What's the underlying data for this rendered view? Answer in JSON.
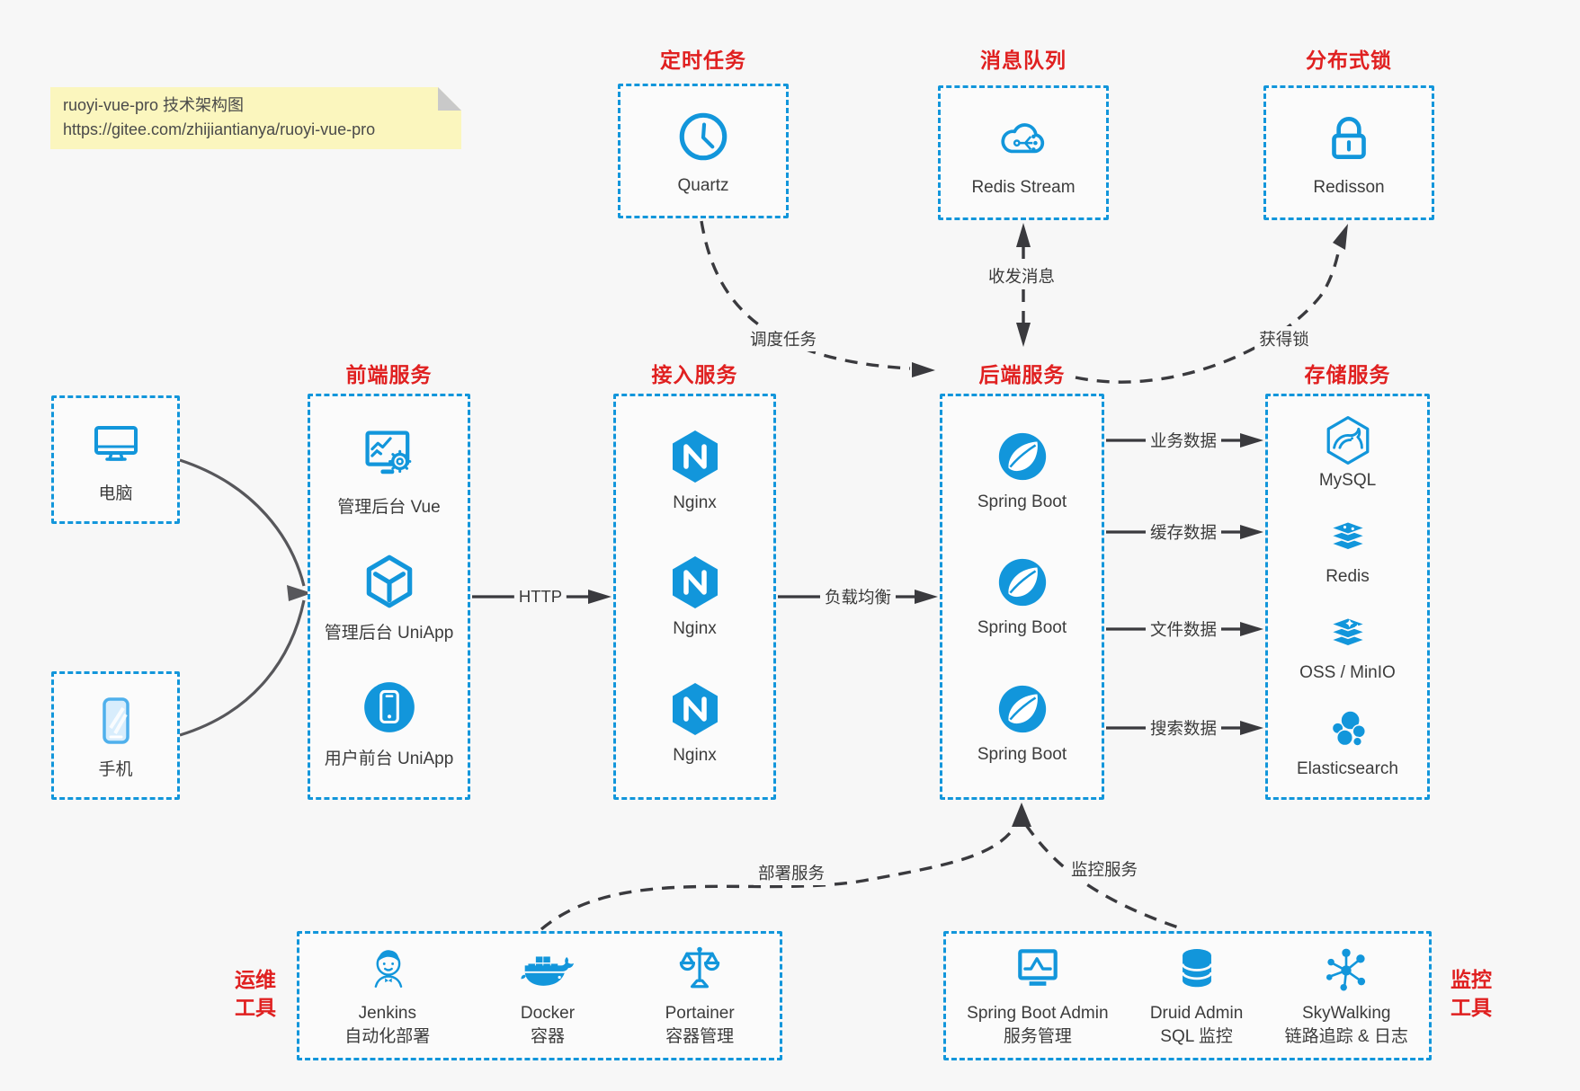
{
  "colors": {
    "accent": "#1296db",
    "red": "#e02020",
    "bg": "#f7f7f7",
    "note_bg": "#fbf6be",
    "arrow_dark": "#3a3a3e",
    "arrow_gray": "#57575b"
  },
  "note": {
    "title": "ruoyi-vue-pro 技术架构图",
    "link": "https://gitee.com/zhijiantianya/ruoyi-vue-pro"
  },
  "top_groups": [
    {
      "label": "定时任务",
      "item": {
        "icon": "clock-icon",
        "name": "Quartz"
      }
    },
    {
      "label": "消息队列",
      "item": {
        "icon": "cloud-stream-icon",
        "name": "Redis Stream"
      }
    },
    {
      "label": "分布式锁",
      "item": {
        "icon": "lock-icon",
        "name": "Redisson"
      }
    }
  ],
  "clients": [
    {
      "icon": "computer-icon",
      "label": "电脑"
    },
    {
      "icon": "phone-icon",
      "label": "手机"
    }
  ],
  "columns": [
    {
      "label": "前端服务",
      "items": [
        {
          "icon": "admin-vue-icon",
          "label": "管理后台 Vue"
        },
        {
          "icon": "uniapp-cube-icon",
          "label": "管理后台 UniApp"
        },
        {
          "icon": "user-app-icon",
          "label": "用户前台 UniApp"
        }
      ]
    },
    {
      "label": "接入服务",
      "items": [
        {
          "icon": "nginx-icon",
          "label": "Nginx"
        },
        {
          "icon": "nginx-icon",
          "label": "Nginx"
        },
        {
          "icon": "nginx-icon",
          "label": "Nginx"
        }
      ]
    },
    {
      "label": "后端服务",
      "items": [
        {
          "icon": "spring-icon",
          "label": "Spring Boot"
        },
        {
          "icon": "spring-icon",
          "label": "Spring Boot"
        },
        {
          "icon": "spring-icon",
          "label": "Spring Boot"
        }
      ]
    },
    {
      "label": "存储服务",
      "items": [
        {
          "icon": "mysql-icon",
          "label": "MySQL"
        },
        {
          "icon": "redis-stack-icon",
          "label": "Redis"
        },
        {
          "icon": "storage-stack-icon",
          "label": "OSS / MinIO"
        },
        {
          "icon": "elasticsearch-icon",
          "label": "Elasticsearch"
        }
      ]
    }
  ],
  "edges": {
    "http": "HTTP",
    "load_balance": "负载均衡",
    "business_data": "业务数据",
    "cache_data": "缓存数据",
    "file_data": "文件数据",
    "search_data": "搜索数据",
    "schedule_task": "调度任务",
    "send_receive_message": "收发消息",
    "acquire_lock": "获得锁",
    "deploy_service": "部署服务",
    "monitor_service": "监控服务"
  },
  "bottom_groups": [
    {
      "label": [
        "运维",
        "工具"
      ],
      "items": [
        {
          "icon": "jenkins-icon",
          "lines": [
            "Jenkins",
            "自动化部署"
          ]
        },
        {
          "icon": "docker-icon",
          "lines": [
            "Docker",
            "容器"
          ]
        },
        {
          "icon": "portainer-icon",
          "lines": [
            "Portainer",
            "容器管理"
          ]
        }
      ]
    },
    {
      "label": [
        "监控",
        "工具"
      ],
      "items": [
        {
          "icon": "spring-boot-admin-icon",
          "lines": [
            "Spring Boot Admin",
            "服务管理"
          ]
        },
        {
          "icon": "druid-icon",
          "lines": [
            "Druid Admin",
            "SQL 监控"
          ]
        },
        {
          "icon": "skywalking-icon",
          "lines": [
            "SkyWalking",
            "链路追踪 & 日志"
          ]
        }
      ]
    }
  ]
}
